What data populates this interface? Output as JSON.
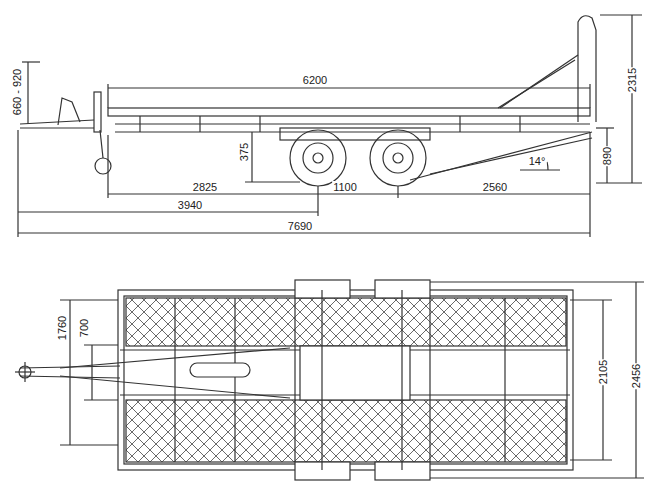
{
  "diagram": {
    "labels": [
      "6200",
      "2315",
      "660 - 920",
      "375",
      "890",
      "14°",
      "2825",
      "1100",
      "2560",
      "3940",
      "7690",
      "1760",
      "700",
      "2105",
      "2456"
    ]
  }
}
